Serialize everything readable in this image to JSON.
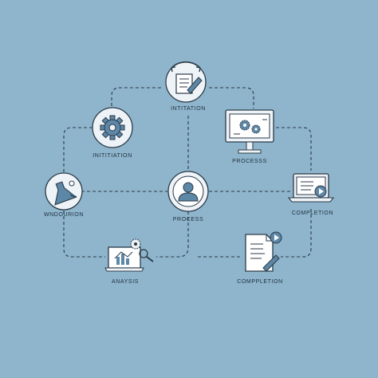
{
  "colors": {
    "background": "#8fb5cc",
    "line": "#2a3a48",
    "icon_fill": "#eef3f7",
    "icon_accent": "#5d87a6"
  },
  "nodes": [
    {
      "id": "initiation-top",
      "label": "INTITATION",
      "icon": "document-pen-icon"
    },
    {
      "id": "initiation-left",
      "label": "INITITIATION",
      "icon": "gear-icon"
    },
    {
      "id": "processs",
      "label": "PROCESSS",
      "icon": "monitor-gears-icon"
    },
    {
      "id": "endourion",
      "label": "WNDOURION",
      "icon": "flask-icon"
    },
    {
      "id": "process",
      "label": "PROCESS",
      "icon": "user-icon"
    },
    {
      "id": "completion-right",
      "label": "COMPLETION",
      "icon": "laptop-play-icon"
    },
    {
      "id": "analysis",
      "label": "ANAYSIS",
      "icon": "chart-gear-icon"
    },
    {
      "id": "completion-bottom",
      "label": "COMPPLETION",
      "icon": "document-play-icon"
    }
  ]
}
